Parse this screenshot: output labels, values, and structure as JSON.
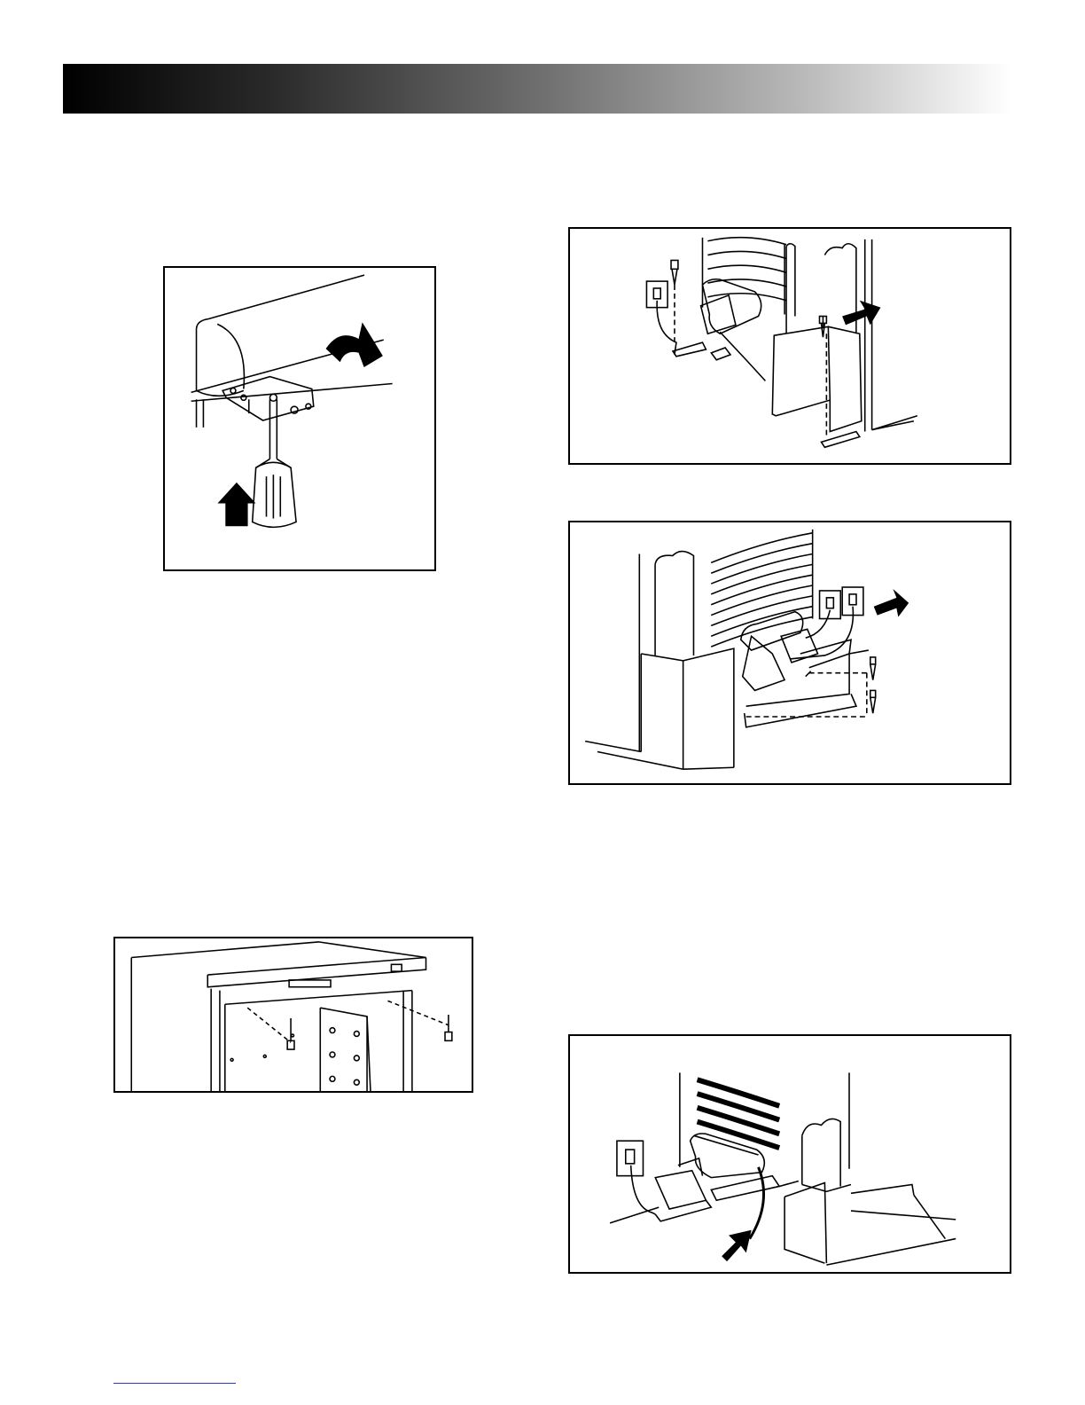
{
  "page": {
    "header_bar": {
      "gradient_from": "#000000",
      "gradient_to": "#ffffff"
    },
    "footer_rule": {
      "color": "#2a3cc0"
    }
  },
  "figures": [
    {
      "id": "fig1",
      "depicts": "screwdriver-removing-top-hinge-cover"
    },
    {
      "id": "fig2",
      "depicts": "rear-cover-screw-and-wall-outlet"
    },
    {
      "id": "fig3",
      "depicts": "condenser-base-plate-screws-and-outlet"
    },
    {
      "id": "fig4",
      "depicts": "cabinet-top-trim-screws"
    },
    {
      "id": "fig5",
      "depicts": "compressor-drain-tube-and-outlet"
    }
  ]
}
